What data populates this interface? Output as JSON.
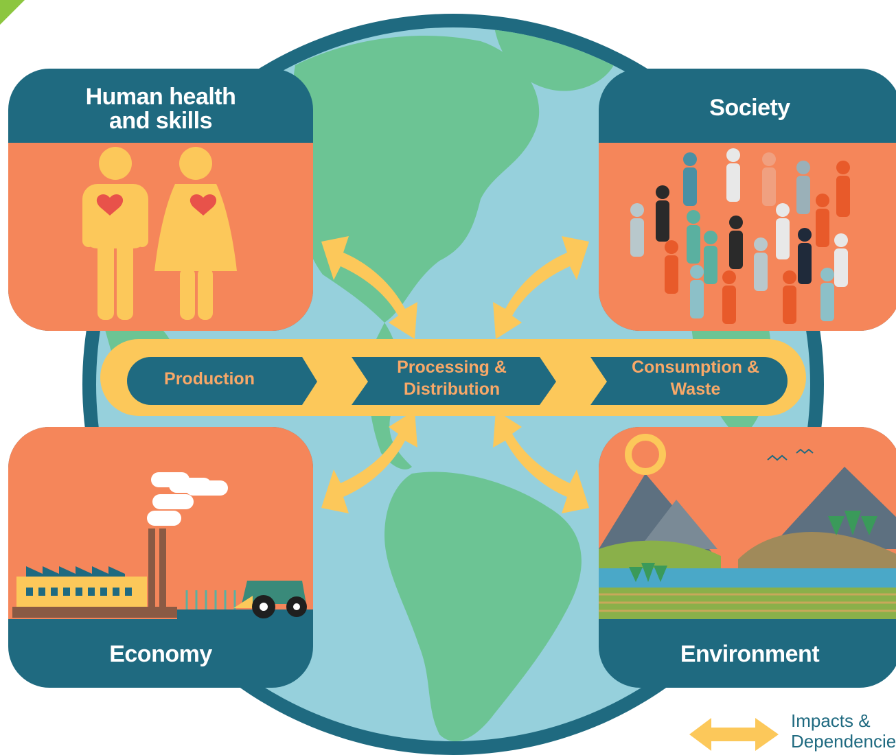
{
  "panels": {
    "health": {
      "title_line1": "Human health",
      "title_line2": "and skills"
    },
    "society": {
      "title": "Society"
    },
    "economy": {
      "title": "Economy"
    },
    "environment": {
      "title": "Environment"
    }
  },
  "chain": {
    "production": "Production",
    "processing_line1": "Processing &",
    "processing_line2": "Distribution",
    "consumption_line1": "Consumption &",
    "consumption_line2": "Waste"
  },
  "legend": {
    "line1": "Impacts &",
    "line2": "Dependencies"
  },
  "colors": {
    "teal_dark": "#1f6a80",
    "orange": "#f5865a",
    "yellow": "#fcc85a",
    "ocean": "#96d0dc",
    "land": "#6cc494",
    "stage_text": "#f8a868"
  }
}
